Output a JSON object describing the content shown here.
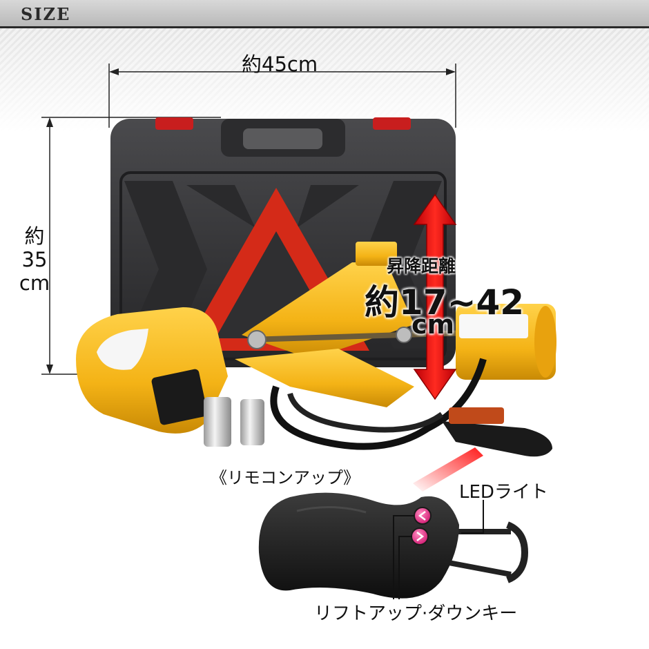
{
  "header": {
    "title": "SIZE"
  },
  "dimensions": {
    "width_label": "約45cm",
    "height_label_parts": [
      "約",
      "35",
      "cm"
    ]
  },
  "lift": {
    "title": "昇降距離",
    "range": "約17~42",
    "unit": "cm"
  },
  "remote": {
    "caption": "《リモコンアップ》",
    "led_label": "LEDライト",
    "keys_label": "リフトアップ·ダウンキー"
  },
  "colors": {
    "case": "#3a3a3c",
    "jack_yellow": "#f4b316",
    "arrow_red": "#e8141a",
    "reflector_red": "#e0301e"
  },
  "icons": [
    "up-arrow-icon",
    "down-arrow-icon"
  ]
}
